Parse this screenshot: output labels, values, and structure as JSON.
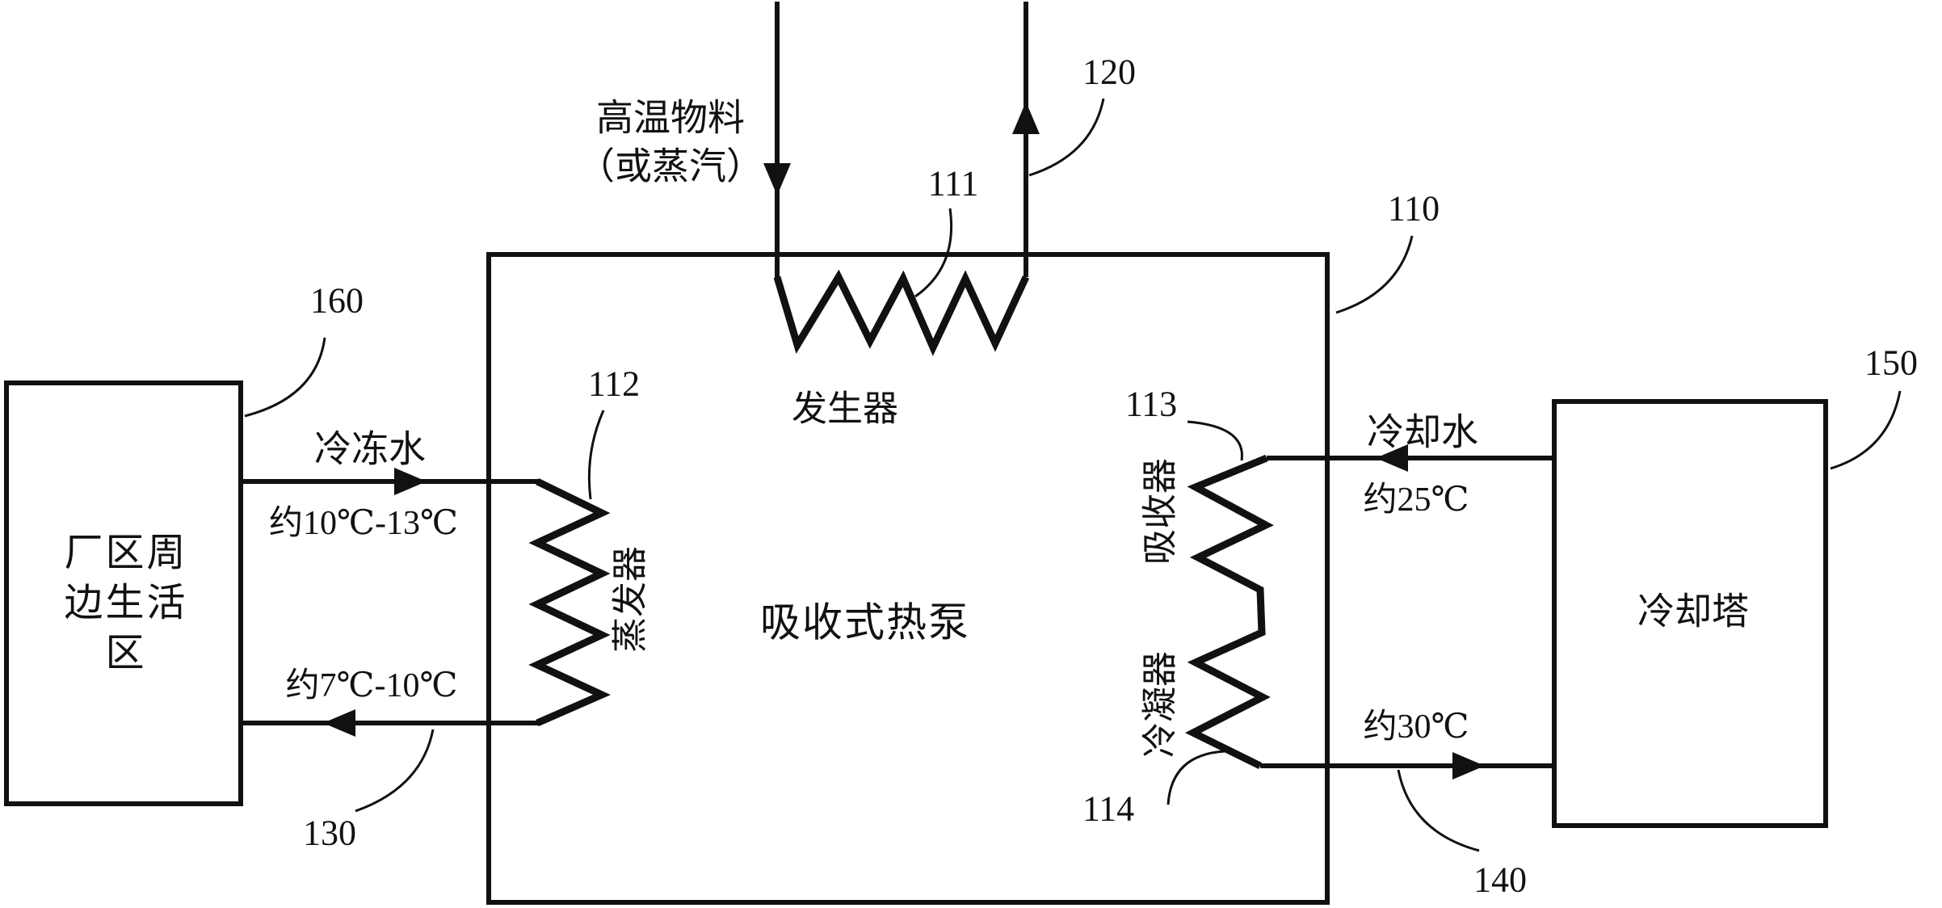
{
  "figure": {
    "heat_pump": {
      "name": "吸收式热泵",
      "ref": "110"
    },
    "generator": {
      "name": "发生器",
      "ref": "111"
    },
    "evaporator": {
      "name": "蒸发器",
      "ref": "112"
    },
    "absorber": {
      "name": "吸收器",
      "ref": "113"
    },
    "condenser": {
      "name": "冷凝器",
      "ref": "114"
    },
    "heat_source": {
      "line1": "高温物料",
      "line2": "（或蒸汽）",
      "outlet_ref": "120"
    },
    "chilled_water": {
      "name": "冷冻水",
      "supply_temp": "约10℃-13℃",
      "return_temp": "约7℃-10℃",
      "return_ref": "130"
    },
    "cooling_water": {
      "name": "冷却水",
      "inlet_temp": "约25℃",
      "outlet_temp": "约30℃",
      "outlet_ref": "140"
    },
    "cooling_tower": {
      "name": "冷却塔",
      "ref": "150"
    },
    "living_area": {
      "line1": "厂区周",
      "line2": "边生活",
      "line3": "区",
      "ref": "160"
    }
  }
}
